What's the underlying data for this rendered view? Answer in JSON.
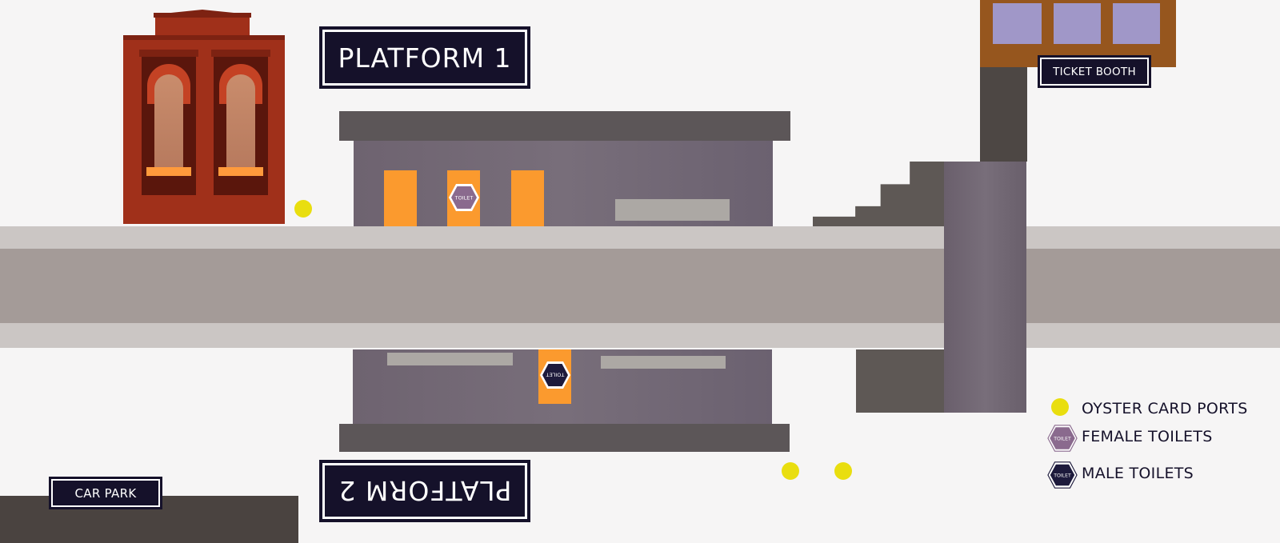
{
  "signs": {
    "platform1": "PLATFORM 1",
    "platform2": "PLATFORM 2",
    "ticket_booth": "TICKET BOOTH",
    "car_park": "CAR PARK"
  },
  "toilet_icon_text": "TOILET",
  "legend": {
    "oyster": "OYSTER CARD PORTS",
    "female": "FEMALE TOILETS",
    "male": "MALE TOILETS"
  },
  "colors": {
    "oyster_dot": "#e9de0f",
    "female_toilet": "#8a6a8e",
    "male_toilet": "#1d1a3c",
    "sign_bg": "#15112a",
    "door": "#fb9a2e"
  }
}
